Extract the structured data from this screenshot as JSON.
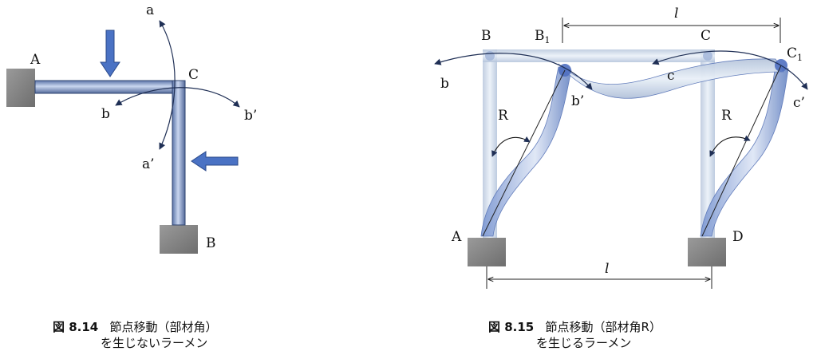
{
  "figure_left": {
    "labels": {
      "A": "A",
      "B": "B",
      "C": "C",
      "a": "a",
      "a_prime": "a’",
      "b": "b",
      "b_prime": "b’"
    },
    "caption": {
      "number": "図 8.14",
      "line1": "節点移動（部材角）",
      "line2": "を生じないラーメン"
    }
  },
  "figure_right": {
    "labels": {
      "A": "A",
      "B": "B",
      "B1": "B",
      "B1_sub": "1",
      "C": "C",
      "C1": "C",
      "C1_sub": "1",
      "D": "D",
      "b": "b",
      "b_prime": "b’",
      "c": "c",
      "c_prime": "c’",
      "R_left": "R",
      "R_right": "R",
      "l_top": "l",
      "l_bottom": "l"
    },
    "caption": {
      "number": "図 8.15",
      "line1": "節点移動（部材角R）",
      "line2": "を生じるラーメン"
    }
  },
  "colors": {
    "member_fill": "#7f97c2",
    "member_stroke": "#2f4470",
    "support": "#8c8c8c",
    "frame_fill": "#c9d7ea",
    "arrow_fill": "#4a72c4",
    "curve": "#1f2f55"
  }
}
